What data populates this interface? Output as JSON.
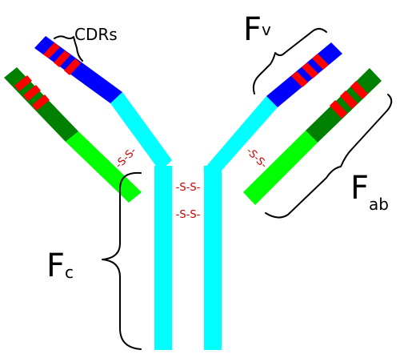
{
  "labels": {
    "cdrs": "CDRs",
    "fv_main": "F",
    "fv_sub": "v",
    "fab_main": "F",
    "fab_sub": "ab",
    "fc_main": "F",
    "fc_sub": "c"
  },
  "disulfide": {
    "hinge_1": "-S-S-",
    "hinge_2": "-S-S-",
    "left_arm": "-S-S-",
    "right_arm": "-S-S-"
  },
  "colors": {
    "heavy_constant": "#00ffff",
    "heavy_variable": "#0000ff",
    "light_constant": "#00ff00",
    "light_variable": "#008000",
    "cdr": "#ff0000",
    "disulfide": "#cc0000",
    "brace": "#000000"
  }
}
